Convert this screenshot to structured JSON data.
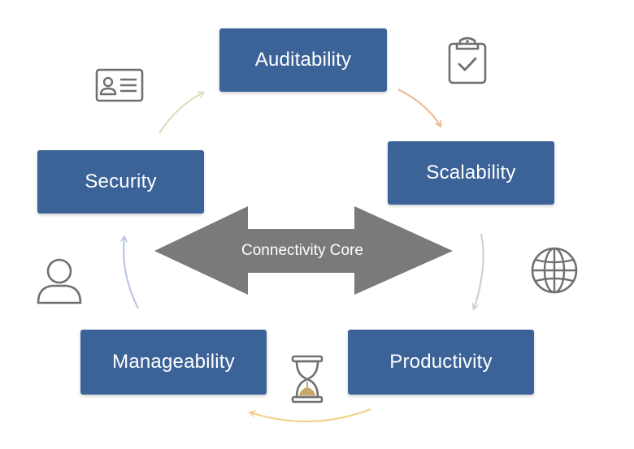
{
  "diagram": {
    "center": {
      "label": "Connectivity Core"
    },
    "nodes": [
      {
        "id": "auditability",
        "label": "Auditability"
      },
      {
        "id": "scalability",
        "label": "Scalability"
      },
      {
        "id": "productivity",
        "label": "Productivity"
      },
      {
        "id": "manageability",
        "label": "Manageability"
      },
      {
        "id": "security",
        "label": "Security"
      }
    ],
    "icons": [
      "clipboard-check-icon",
      "globe-icon",
      "hourglass-icon",
      "user-icon",
      "id-card-icon"
    ]
  },
  "colors": {
    "node_fill": "#3b6397",
    "node_text": "#ffffff",
    "core_arrow": "#7a7a7a",
    "icon_stroke": "#707070",
    "hourglass_sand": "#c9a76a"
  }
}
